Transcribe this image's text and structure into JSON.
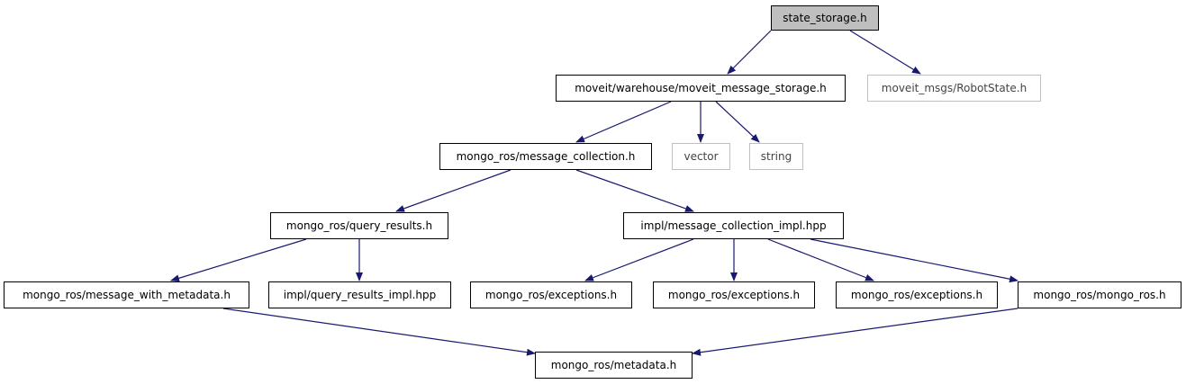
{
  "nodes": {
    "state_storage": "state_storage.h",
    "moveit_message_storage": "moveit/warehouse/moveit_message_storage.h",
    "robot_state_msg": "moveit_msgs/RobotState.h",
    "message_collection": "mongo_ros/message_collection.h",
    "vector": "vector",
    "string": "string",
    "query_results": "mongo_ros/query_results.h",
    "message_collection_impl": "impl/message_collection_impl.hpp",
    "message_with_metadata": "mongo_ros/message_with_metadata.h",
    "query_results_impl": "impl/query_results_impl.hpp",
    "exceptions_1": "mongo_ros/exceptions.h",
    "exceptions_2": "mongo_ros/exceptions.h",
    "exceptions_3": "mongo_ros/exceptions.h",
    "mongo_ros": "mongo_ros/mongo_ros.h",
    "metadata": "mongo_ros/metadata.h"
  },
  "edges": [
    [
      "state_storage",
      "moveit_message_storage"
    ],
    [
      "state_storage",
      "robot_state_msg"
    ],
    [
      "moveit_message_storage",
      "message_collection"
    ],
    [
      "moveit_message_storage",
      "vector"
    ],
    [
      "moveit_message_storage",
      "string"
    ],
    [
      "message_collection",
      "query_results"
    ],
    [
      "message_collection",
      "message_collection_impl"
    ],
    [
      "query_results",
      "message_with_metadata"
    ],
    [
      "query_results",
      "query_results_impl"
    ],
    [
      "message_collection_impl",
      "exceptions_1"
    ],
    [
      "message_collection_impl",
      "exceptions_2"
    ],
    [
      "message_collection_impl",
      "exceptions_3"
    ],
    [
      "message_collection_impl",
      "mongo_ros"
    ],
    [
      "message_with_metadata",
      "metadata"
    ],
    [
      "mongo_ros",
      "metadata"
    ]
  ],
  "colors": {
    "edge": "#191970",
    "root_fill": "#bfbfbf",
    "external_border": "#bfbfbf"
  }
}
